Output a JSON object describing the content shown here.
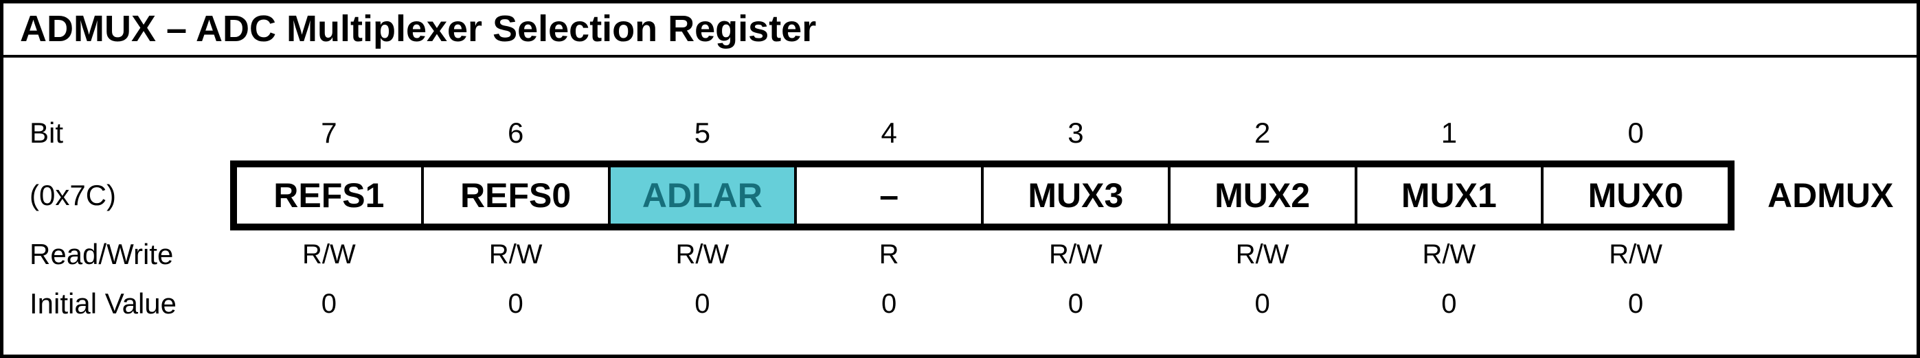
{
  "title": "ADMUX – ADC Multiplexer Selection Register",
  "register": {
    "name": "ADMUX",
    "address": "(0x7C)",
    "row_labels": {
      "bit": "Bit",
      "read_write": "Read/Write",
      "initial_value": "Initial Value"
    },
    "bits": [
      {
        "bit": "7",
        "name": "REFS1",
        "read_write": "R/W",
        "initial_value": "0",
        "highlighted": false
      },
      {
        "bit": "6",
        "name": "REFS0",
        "read_write": "R/W",
        "initial_value": "0",
        "highlighted": false
      },
      {
        "bit": "5",
        "name": "ADLAR",
        "read_write": "R/W",
        "initial_value": "0",
        "highlighted": true
      },
      {
        "bit": "4",
        "name": "–",
        "read_write": "R",
        "initial_value": "0",
        "highlighted": false
      },
      {
        "bit": "3",
        "name": "MUX3",
        "read_write": "R/W",
        "initial_value": "0",
        "highlighted": false
      },
      {
        "bit": "2",
        "name": "MUX2",
        "read_write": "R/W",
        "initial_value": "0",
        "highlighted": false
      },
      {
        "bit": "1",
        "name": "MUX1",
        "read_write": "R/W",
        "initial_value": "0",
        "highlighted": false
      },
      {
        "bit": "0",
        "name": "MUX0",
        "read_write": "R/W",
        "initial_value": "0",
        "highlighted": false
      }
    ]
  },
  "colors": {
    "highlight_bg": "#66CFD9",
    "highlight_text": "#176F7B",
    "border": "#000000"
  }
}
